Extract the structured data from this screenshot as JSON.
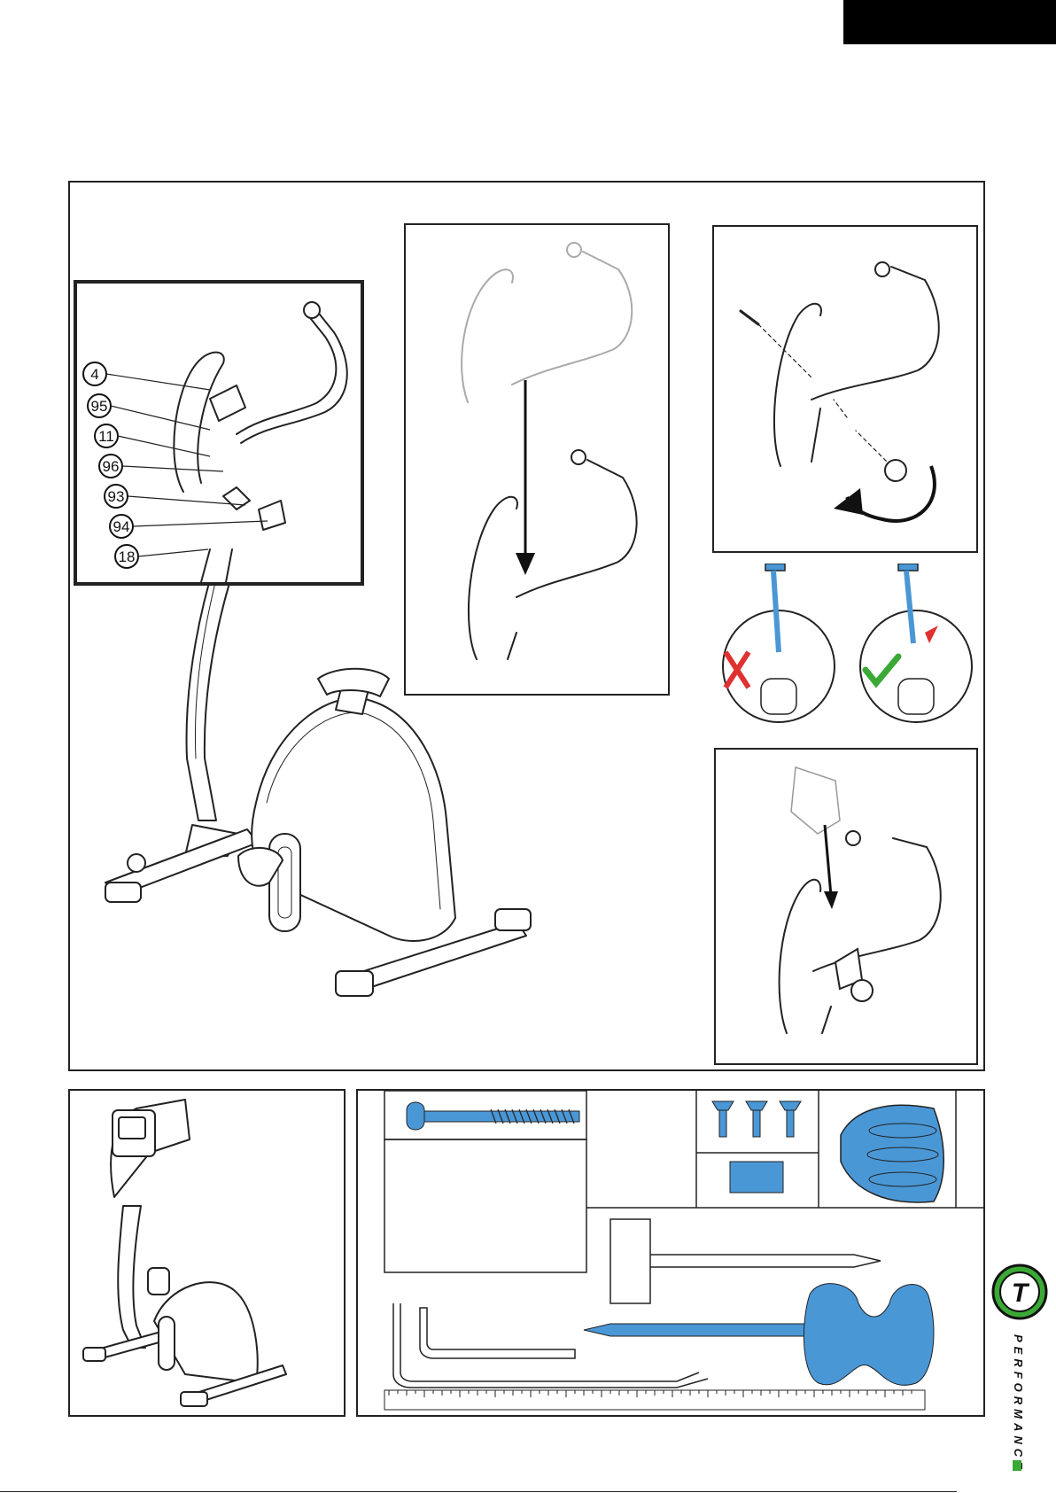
{
  "callouts": [
    {
      "label": "4"
    },
    {
      "label": "95"
    },
    {
      "label": "11"
    },
    {
      "label": "96"
    },
    {
      "label": "93"
    },
    {
      "label": "94"
    },
    {
      "label": "18"
    }
  ],
  "brand": {
    "logo_letter": "T",
    "name": "PERFORMANCE",
    "accent_color": "#3aa935"
  },
  "colors": {
    "parts_blue": "#4a97d6",
    "wrong_mark": "#e03131",
    "right_mark": "#3aa935"
  },
  "icons": [
    "red-x-icon",
    "green-check-icon",
    "arrow-icon",
    "rotate-arrow-icon"
  ]
}
